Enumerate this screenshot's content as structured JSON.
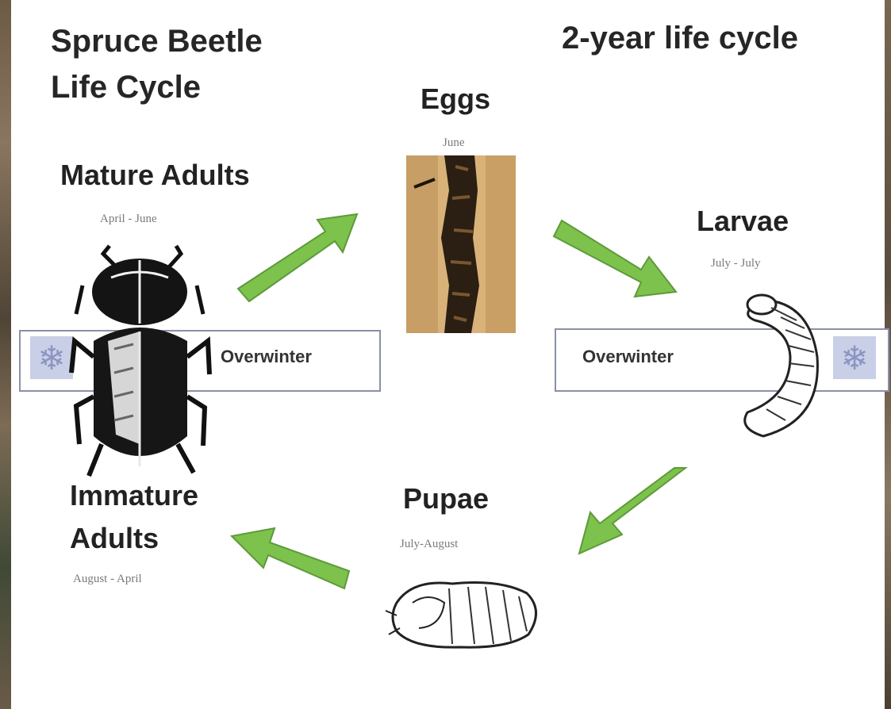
{
  "title": {
    "line1": "Spruce Beetle",
    "line2": "Life Cycle"
  },
  "subtitle": "2-year life cycle",
  "stages": {
    "eggs": {
      "name": "Eggs",
      "period": "June"
    },
    "larvae": {
      "name": "Larvae",
      "period": "July - July"
    },
    "pupae": {
      "name": "Pupae",
      "period": "July-August"
    },
    "immature_adults": {
      "name_line1": "Immature",
      "name_line2": "Adults",
      "period": "August - April"
    },
    "mature_adults": {
      "name": "Mature Adults",
      "period": "April - June"
    }
  },
  "overwinter": {
    "left_label": "Overwinter",
    "right_label": "Overwinter",
    "icon": "snowflake-icon"
  },
  "arrow_color": "#7cc24c",
  "arrow_stroke": "#5e9a3a"
}
